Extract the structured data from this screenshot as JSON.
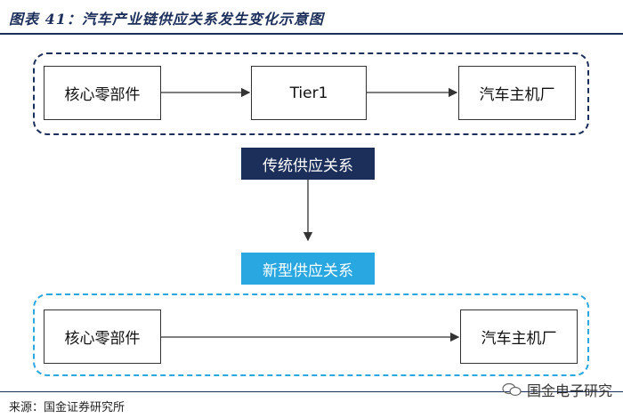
{
  "header": {
    "figure_title": "图表 41：汽车产业链供应关系发生变化示意图"
  },
  "traditional": {
    "nodes": [
      "核心零部件",
      "Tier1",
      "汽车主机厂"
    ],
    "label": "传统供应关系"
  },
  "new_model": {
    "label": "新型供应关系",
    "nodes": [
      "核心零部件",
      "汽车主机厂"
    ]
  },
  "footer": {
    "source": "来源：国金证券研究所",
    "watermark": "国金电子研究"
  },
  "colors": {
    "navy": "#1c2f5a",
    "sky_blue": "#29a7e0"
  }
}
